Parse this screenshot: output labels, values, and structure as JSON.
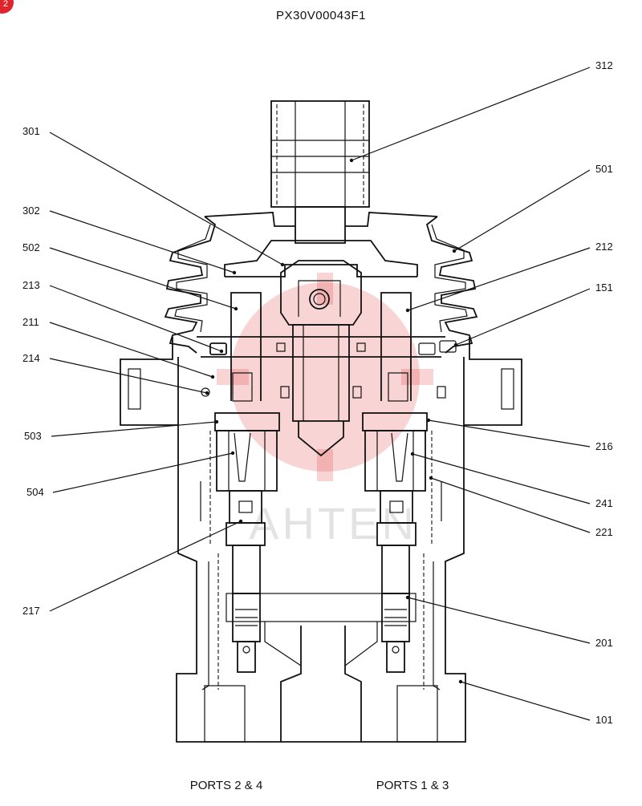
{
  "diagram": {
    "title": "PX30V00043F1",
    "watermark_text": "AHTEN",
    "corner_badge": "2",
    "port_labels": {
      "left": "PORTS 2 & 4",
      "right": "PORTS 1 & 3"
    },
    "part_labels_left": [
      "301",
      "302",
      "502",
      "213",
      "211",
      "214",
      "503",
      "504",
      "217"
    ],
    "part_labels_right": [
      "312",
      "501",
      "212",
      "151",
      "216",
      "241",
      "221",
      "201",
      "101"
    ],
    "colors": {
      "line": "#111111",
      "watermark": "#e03a3a",
      "badge": "#e0242c"
    }
  }
}
